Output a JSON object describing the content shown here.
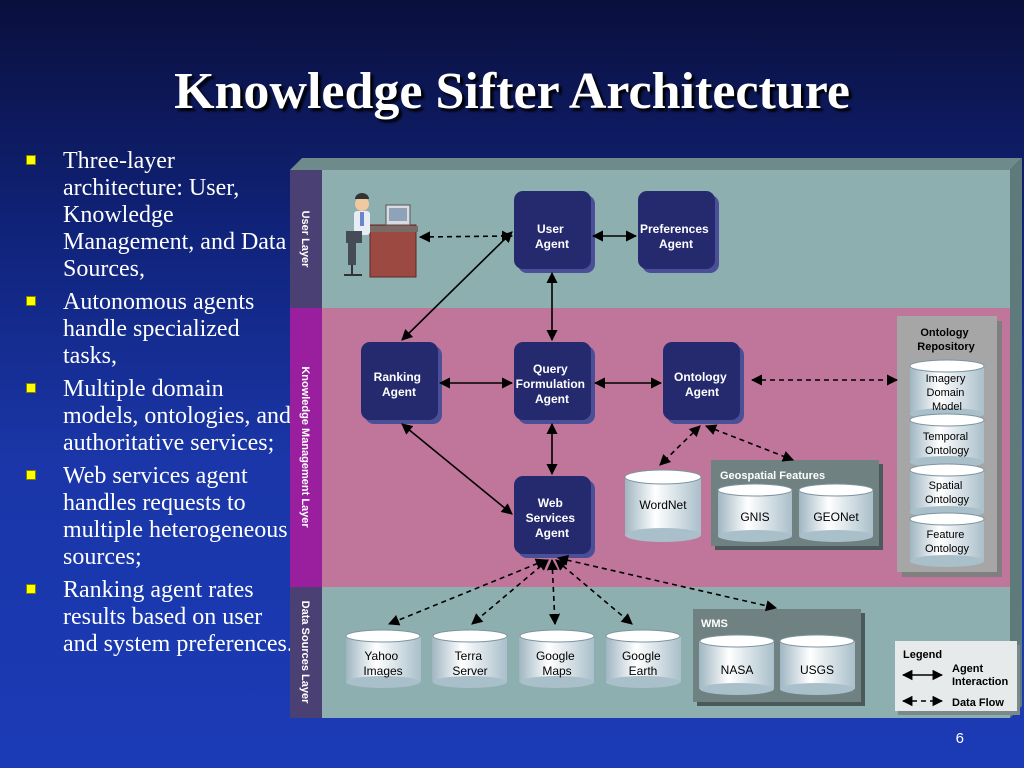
{
  "title": "Knowledge Sifter Architecture",
  "bullets": [
    "Three-layer architecture: User, Knowledge Management, and Data Sources,",
    "Autonomous agents handle specialized tasks,",
    "Multiple domain models, ontologies, and authoritative services;",
    "Web services agent handles requests to multiple heterogeneous sources;",
    "Ranking agent rates results based on user and system preferences."
  ],
  "layers": {
    "user": "User Layer",
    "knowledge": "Knowledge Management Layer",
    "data": "Data Sources Layer"
  },
  "agents": {
    "user_agent": [
      "User",
      "Agent"
    ],
    "preferences_agent": [
      "Preferences",
      "Agent"
    ],
    "ranking_agent": [
      "Ranking",
      "Agent"
    ],
    "query_agent": [
      "Query",
      "Formulation",
      "Agent"
    ],
    "ontology_agent": [
      "Ontology",
      "Agent"
    ],
    "web_services_agent": [
      "Web",
      "Services",
      "Agent"
    ]
  },
  "ontology_repository": {
    "title": [
      "Ontology",
      "Repository"
    ],
    "items": [
      [
        "Imagery",
        "Domain",
        "Model"
      ],
      [
        "Temporal",
        "Ontology"
      ],
      [
        "Spatial",
        "Ontology"
      ],
      [
        "Feature",
        "Ontology"
      ]
    ]
  },
  "wordnet": "WordNet",
  "geospatial": {
    "title": "Geospatial Features",
    "items": [
      "GNIS",
      "GEONet"
    ]
  },
  "data_sources": [
    [
      "Yahoo",
      "Images"
    ],
    [
      "Terra",
      "Server"
    ],
    [
      "Google",
      "Maps"
    ],
    [
      "Google",
      "Earth"
    ]
  ],
  "wms": {
    "title": "WMS",
    "items": [
      "NASA",
      "USGS"
    ]
  },
  "legend": {
    "title": "Legend",
    "agent_interaction": [
      "Agent",
      "Interaction"
    ],
    "data_flow": "Data Flow"
  },
  "page_number": "6",
  "colors": {
    "user_layer": "#8eafb0",
    "knowledge_layer": "#c0769b",
    "data_layer": "#8eafb0",
    "agent_box": "#252a6e"
  }
}
